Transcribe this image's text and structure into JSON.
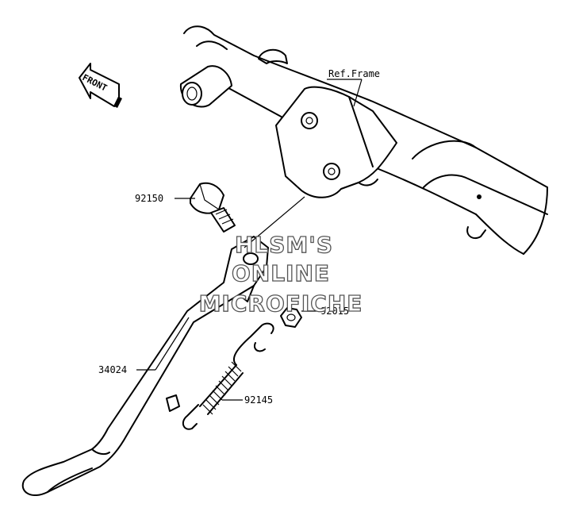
{
  "labels": {
    "ref_frame": "Ref.Frame",
    "bolt": "92150",
    "nut": "92015",
    "stand": "34024",
    "spring": "92145"
  },
  "front_arrow": "FRONT",
  "watermark": {
    "line1": "HLSM'S",
    "line2": "ONLINE",
    "line3": "MICROFICHE"
  }
}
